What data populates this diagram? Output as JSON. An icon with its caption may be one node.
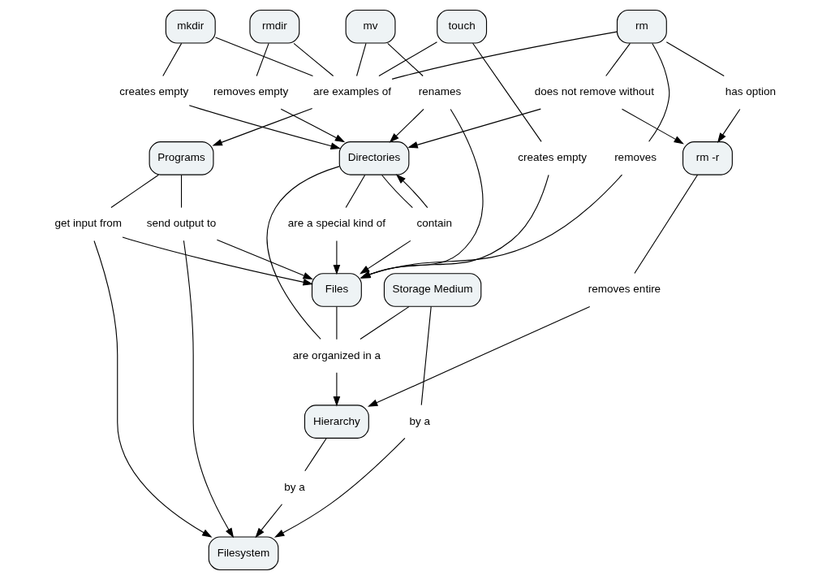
{
  "diagram": {
    "nodes": [
      {
        "text": [
          "are examples of"
        ]
      },
      {
        "text": [
          "Programs"
        ]
      },
      {
        "text": [
          "Filesystem"
        ]
      },
      {
        "text": [
          "get input from"
        ]
      },
      {
        "text": [
          "send output to"
        ]
      },
      {
        "text": [
          "by a"
        ]
      },
      {
        "text": [
          "by a"
        ]
      },
      {
        "text": [
          "touch"
        ]
      },
      {
        "text": [
          "Hierarchy"
        ]
      },
      {
        "text": [
          "Storage Medium"
        ]
      },
      {
        "text": [
          "creates empty"
        ]
      },
      {
        "text": [
          "removes entire"
        ]
      },
      {
        "text": [
          "rm -r"
        ]
      },
      {
        "text": [
          "has option"
        ]
      },
      {
        "text": [
          "rm"
        ]
      },
      {
        "text": [
          "removes"
        ]
      },
      {
        "text": [
          "Files"
        ]
      },
      {
        "text": [
          "mv"
        ]
      },
      {
        "text": [
          "does not remove without"
        ]
      },
      {
        "text": [
          "are organized in a"
        ]
      },
      {
        "text": [
          "are a special kind of"
        ]
      },
      {
        "text": [
          "rmdir"
        ]
      },
      {
        "text": [
          "contain"
        ]
      },
      {
        "text": [
          "renames"
        ]
      },
      {
        "text": [
          "mkdir"
        ]
      },
      {
        "text": [
          "removes empty"
        ]
      },
      {
        "text": [
          "Directories"
        ]
      },
      {
        "text": [
          "creates empty"
        ]
      }
    ],
    "edges": [
      {
        "from": 7,
        "to": 0,
        "arrow": "none"
      },
      {
        "from": 14,
        "to": 0,
        "arrow": "none"
      },
      {
        "from": 17,
        "to": 0,
        "arrow": "none"
      },
      {
        "from": 21,
        "to": 0,
        "arrow": "none"
      },
      {
        "from": 24,
        "to": 0,
        "arrow": "none"
      },
      {
        "from": 0,
        "to": 1,
        "arrow": "to"
      },
      {
        "from": 1,
        "to": 3,
        "arrow": "none"
      },
      {
        "from": 3,
        "to": 2,
        "arrow": "to"
      },
      {
        "from": 3,
        "to": 16,
        "arrow": "to"
      },
      {
        "from": 1,
        "to": 4,
        "arrow": "none"
      },
      {
        "from": 4,
        "to": 2,
        "arrow": "to"
      },
      {
        "from": 4,
        "to": 16,
        "arrow": "to"
      },
      {
        "from": 8,
        "to": 5,
        "arrow": "none"
      },
      {
        "from": 5,
        "to": 2,
        "arrow": "to"
      },
      {
        "from": 9,
        "to": 6,
        "arrow": "none"
      },
      {
        "from": 6,
        "to": 2,
        "arrow": "to"
      },
      {
        "from": 7,
        "to": 10,
        "arrow": "none"
      },
      {
        "from": 10,
        "to": 16,
        "arrow": "to"
      },
      {
        "from": 12,
        "to": 11,
        "arrow": "none"
      },
      {
        "from": 11,
        "to": 8,
        "arrow": "to"
      },
      {
        "from": 14,
        "to": 13,
        "arrow": "none"
      },
      {
        "from": 13,
        "to": 12,
        "arrow": "to"
      },
      {
        "from": 14,
        "to": 15,
        "arrow": "none"
      },
      {
        "from": 15,
        "to": 16,
        "arrow": "to"
      },
      {
        "from": 14,
        "to": 18,
        "arrow": "none"
      },
      {
        "from": 18,
        "to": 12,
        "arrow": "to"
      },
      {
        "from": 18,
        "to": 26,
        "arrow": "to"
      },
      {
        "from": 17,
        "to": 23,
        "arrow": "none"
      },
      {
        "from": 23,
        "to": 16,
        "arrow": "to"
      },
      {
        "from": 23,
        "to": 26,
        "arrow": "to"
      },
      {
        "from": 21,
        "to": 25,
        "arrow": "none"
      },
      {
        "from": 25,
        "to": 26,
        "arrow": "to"
      },
      {
        "from": 24,
        "to": 27,
        "arrow": "none"
      },
      {
        "from": 27,
        "to": 26,
        "arrow": "to"
      },
      {
        "from": 16,
        "to": 19,
        "arrow": "none"
      },
      {
        "from": 26,
        "to": 19,
        "arrow": "none"
      },
      {
        "from": 9,
        "to": 19,
        "arrow": "none"
      },
      {
        "from": 19,
        "to": 8,
        "arrow": "to"
      },
      {
        "from": 26,
        "to": 22,
        "arrow": "none"
      },
      {
        "from": 22,
        "to": 16,
        "arrow": "to"
      },
      {
        "from": 22,
        "to": 26,
        "arrow": "to"
      },
      {
        "from": 26,
        "to": 20,
        "arrow": "none"
      },
      {
        "from": 20,
        "to": 16,
        "arrow": "to"
      }
    ]
  }
}
